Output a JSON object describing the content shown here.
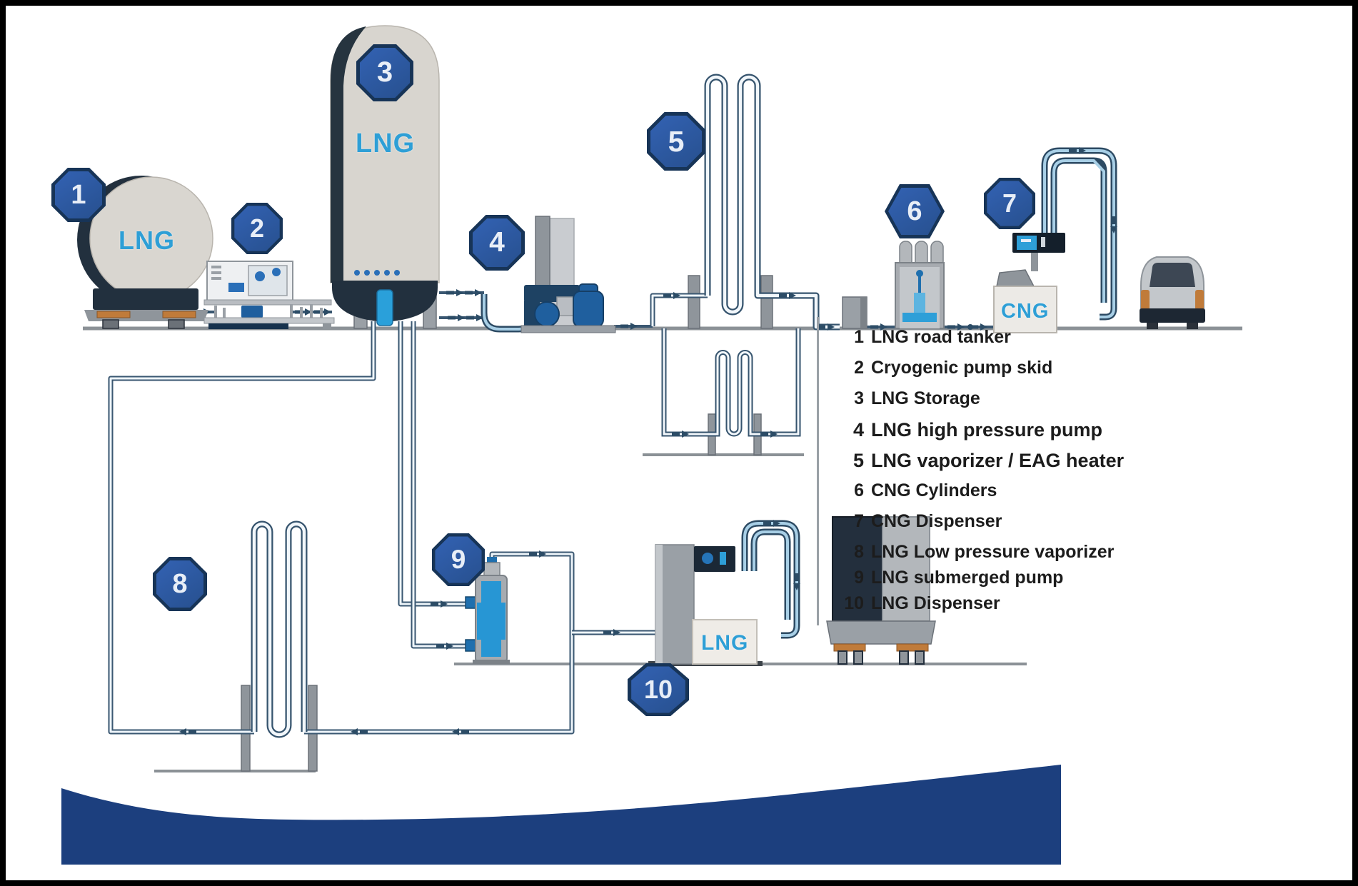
{
  "badges": [
    {
      "label": "1"
    },
    {
      "label": "2"
    },
    {
      "label": "3"
    },
    {
      "label": "4"
    },
    {
      "label": "5"
    },
    {
      "label": "6"
    },
    {
      "label": "7"
    },
    {
      "label": "8"
    },
    {
      "label": "9"
    },
    {
      "label": "10"
    }
  ],
  "equipment": {
    "tanker_label": "LNG",
    "storage_label": "LNG",
    "cng_dispenser_label": "CNG",
    "lng_dispenser_label": "LNG"
  },
  "legend": {
    "items": [
      {
        "num": "1",
        "text": "LNG road tanker"
      },
      {
        "num": "2",
        "text": "Cryogenic pump skid"
      },
      {
        "num": "3",
        "text": "LNG Storage"
      },
      {
        "num": "4",
        "text": "LNG high pressure pump"
      },
      {
        "num": "5",
        "text": "LNG vaporizer / EAG heater"
      },
      {
        "num": "6",
        "text": "CNG Cylinders"
      },
      {
        "num": "7",
        "text": "CNG Dispenser"
      },
      {
        "num": "8",
        "text": "LNG Low pressure vaporizer"
      },
      {
        "num": "9",
        "text": "LNG submerged pump"
      },
      {
        "num": "10",
        "text": "LNG Dispenser"
      }
    ]
  },
  "colors": {
    "badge_blue": "#2a57a8",
    "accent_blue": "#2e9fd8",
    "pipe_dark": "#3a5771",
    "navy_wave": "#1c3f7e",
    "label_blue": "#2e9fd6",
    "tank_body": "#d8d5cf",
    "equipment_gray": "#a7abb0",
    "orange": "#c07b3a"
  }
}
